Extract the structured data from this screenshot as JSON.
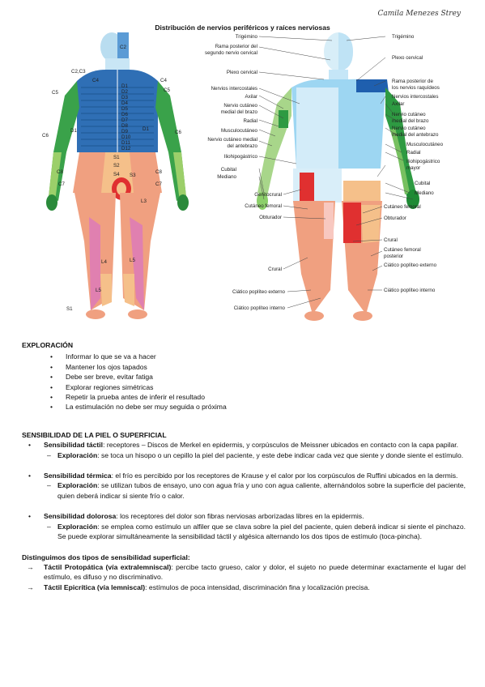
{
  "author": "Camila Menezes Strey",
  "figure": {
    "title": "Distribución de nervios periféricos y raíces nerviosas",
    "back_labels": [
      "C2,C3",
      "C4",
      "C4",
      "C5",
      "C5",
      "C6",
      "C6",
      "C8",
      "C8",
      "C7",
      "C7",
      "D1",
      "D1",
      "S1",
      "S1",
      "S2",
      "S3",
      "S4",
      "L3",
      "L4",
      "L5",
      "L5",
      "C2",
      "D1",
      "D2",
      "D3",
      "D4",
      "D5",
      "D6",
      "D7",
      "D8",
      "D9",
      "D10",
      "D11",
      "D12"
    ],
    "front_left_labels": [
      "Trigémino",
      "Rama posterior del",
      "segundo nervio cervical",
      "Plexo cervical",
      "Nervios intercostales",
      "Axilar",
      "Nervio cutáneo",
      "medial del brazo",
      "Radial",
      "Musculocutáneo",
      "Nervio cutáneo medial",
      "del antebrazo",
      "Iliohipogástrico",
      "Cubital",
      "Mediano",
      "Genitocrural",
      "Cutáneo femoral",
      "Obturador",
      "Crural",
      "Ciático poplíteo externo",
      "Ciático poplíteo interno"
    ],
    "front_right_labels": [
      "Trigémino",
      "Plexo cervical",
      "Rama posterior de",
      "los nervios raquídeos",
      "Nervios intercostales",
      "Axilar",
      "Nervio cutáneo",
      "medial del brazo",
      "Nervio cutáneo",
      "medial del antebrazo",
      "Musculocutáneo",
      "Radial",
      "Iliohipogástrico",
      "mayor",
      "Cubital",
      "Mediano",
      "Cutáneo femoral",
      "Obturador",
      "Crural",
      "Cutáneo femoral",
      "posterior",
      "Ciático poplíteo externo",
      "Ciático poplíteo interno"
    ]
  },
  "exploracion": {
    "title": "EXPLORACIÓN",
    "items": [
      "Informar lo que se va a hacer",
      "Mantener los ojos tapados",
      "Debe ser breve, evitar fatiga",
      "Explorar regiones simétricas",
      "Repetir la prueba antes de inferir el resultado",
      "La estimulación no debe ser muy seguida o próxima"
    ]
  },
  "sensibilidad": {
    "title": "SENSIBILIDAD DE LA PIEL O SUPERFICIAL",
    "tactil_label": "Sensibilidad táctil",
    "tactil_text": ": receptores – Discos de Merkel en epidermis, y corpúsculos de Meissner ubicados en contacto con la capa papilar.",
    "tactil_expl_label": "Exploración",
    "tactil_expl_text": ": se toca un hisopo o un cepillo la piel del paciente, y este debe indicar cada vez que siente y donde siente el estímulo.",
    "termica_label": "Sensibilidad térmica",
    "termica_text": ": el frío es percibido por los receptores de Krause y el calor por los corpúsculos de Ruffini ubicados en la dermis.",
    "termica_expl_label": "Exploración",
    "termica_expl_text": ": se utilizan tubos de ensayo, uno con agua fría y uno con agua caliente, alternándolos sobre la superficie del paciente, quien deberá indicar si siente frío o calor.",
    "dolorosa_label": "Sensibilidad dolorosa",
    "dolorosa_text": ": los receptores del dolor son fibras nerviosas arborizadas libres en la epidermis.",
    "dolorosa_expl_label": "Exploración",
    "dolorosa_expl_text": ": se emplea como estímulo un alfiler que se clava sobre la piel del paciente, quien deberá indicar si siente el pinchazo. Se puede explorar simultáneamente la sensibilidad táctil y algésica alternando los dos tipos de estímulo (toca-pincha)."
  },
  "tipos": {
    "title": "Distinguimos dos tipos de sensibilidad superficial:",
    "proto_label": "Táctil Protopática (vía extralemniscal)",
    "proto_text": ": percibe tacto grueso, calor y dolor, el sujeto no puede determinar exactamente el lugar del estímulo, es difuso y no discriminativo.",
    "epi_label": "Táctil Epicrítica (vía lemniscal)",
    "epi_text": ": estímulos de poca intensidad, discriminación fina y localización precisa."
  }
}
